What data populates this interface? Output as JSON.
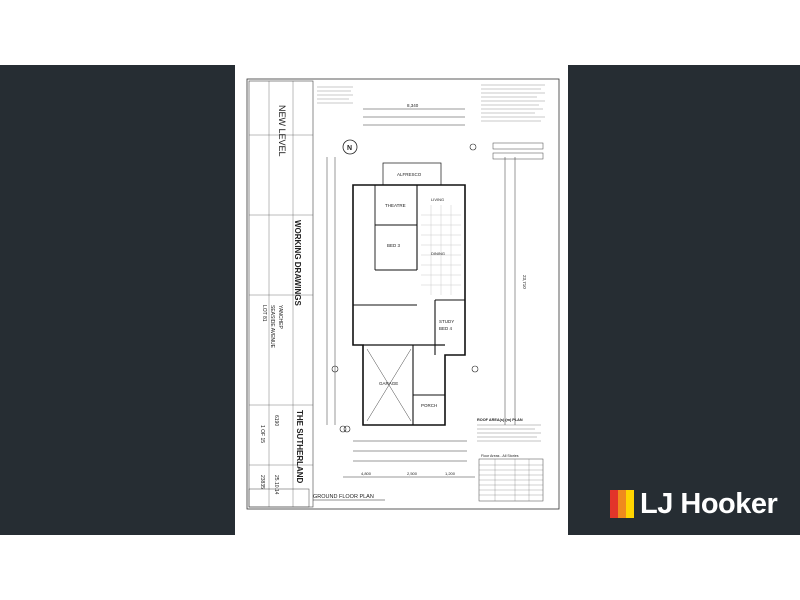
{
  "brand": {
    "logo_text": "LJ Hooker",
    "colors": {
      "panel": "#262d33",
      "red": "#e2352a",
      "orange": "#f08a1d",
      "yellow": "#ffd400"
    }
  },
  "plan": {
    "builder_logo": "NEW LEVEL",
    "sheet_title": "WORKING DRAWINGS",
    "design_name": "THE SUTHERLAND",
    "model_no": "6190",
    "date": "25.10.14",
    "sheet": "1 OF 15",
    "job_no": "23835",
    "address_lines": [
      "LOT 81",
      "SEASIDE AVENUE",
      "YANCHEP"
    ],
    "plan_title": "GROUND FLOOR PLAN",
    "rooms": {
      "alfresco": "ALFRESCO",
      "theatre": "THEATRE",
      "bed3": "BED 3",
      "dining": "DINING",
      "living": "LIVING",
      "study": "STUDY",
      "bed4": "BED 4",
      "garage": "GARAGE",
      "porch": "PORCH"
    },
    "areas_heading": "ROOF AREA(s) (m) PLAN",
    "floor_areas_heading": "Floor Areas - All Stories",
    "dimensions": {
      "top": "8,340",
      "overall_depth": "23,710",
      "bottom_left": "4,800",
      "bottom_mid": "2,500",
      "bottom_right": "1,200"
    }
  }
}
